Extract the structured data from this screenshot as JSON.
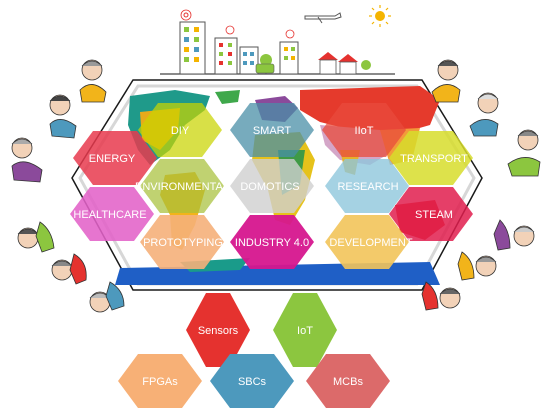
{
  "hexagons": [
    {
      "label": "DIY",
      "color": "#c9d400"
    },
    {
      "label": "SMART",
      "color": "#4a8fa7"
    },
    {
      "label": "IIoT",
      "color": "#e84b3c"
    },
    {
      "label": "ENERGY",
      "color": "#e83a4e"
    },
    {
      "label": "TRANSPORT",
      "color": "#d7dd2c"
    },
    {
      "label": "ENVIRONMENTAL",
      "color": "#a8c03a"
    },
    {
      "label": "DOMOTICS",
      "color": "#d0d0d0"
    },
    {
      "label": "RESEARCH",
      "color": "#8fc7dc"
    },
    {
      "label": "HEALTHCARE",
      "color": "#e262c8"
    },
    {
      "label": "STEAM",
      "color": "#e11d4d"
    },
    {
      "label": "PROTOTYPING",
      "color": "#f5b07a"
    },
    {
      "label": "INDUSTRY 4.0",
      "color": "#d6168e"
    },
    {
      "label": "DEVELOPMENT",
      "color": "#f2c45a"
    }
  ],
  "tech_hexagons": [
    {
      "label": "Sensors",
      "color": "#e5322f"
    },
    {
      "label": "IoT",
      "color": "#8cc63f"
    },
    {
      "label": "FPGAs",
      "color": "#f7b076"
    },
    {
      "label": "SBCs",
      "color": "#4d99bd"
    },
    {
      "label": "MCBs",
      "color": "#dc6a6a"
    }
  ],
  "colors": {
    "ocean": "#ffffff",
    "table_outline": "#1a1a1a",
    "frame": "#d7d7d7",
    "sun": "#f4b400"
  }
}
